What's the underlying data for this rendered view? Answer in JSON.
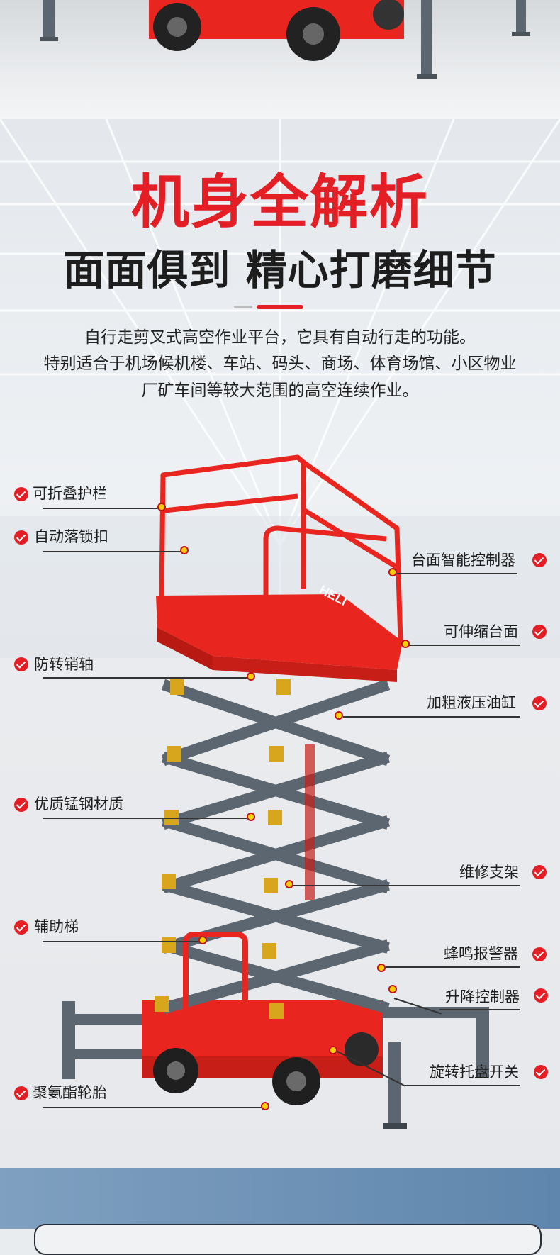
{
  "heading": {
    "title": "机身全解析",
    "subtitle": "面面俱到 精心打磨细节"
  },
  "description": [
    "自行走剪叉式高空作业平台，它具有自动行走的功能。",
    "特别适合于机场候机楼、车站、码头、商场、体育场馆、小区物业",
    "厂矿车间等较大范围的高空连续作业。"
  ],
  "brand_mark": "HELI",
  "features_left": [
    "可折叠护栏",
    "自动落锁扣",
    "防转销轴",
    "优质锰钢材质",
    "辅助梯",
    "聚氨酯轮胎"
  ],
  "features_right": [
    "台面智能控制器",
    "可伸缩台面",
    "加粗液压油缸",
    "维修支架",
    "蜂鸣报警器",
    "升降控制器",
    "旋转托盘开关"
  ],
  "colors": {
    "accent_red": "#e31e24",
    "machine_red": "#e8261f",
    "steel_gray": "#5c6670",
    "marker_yellow": "#f6d000",
    "text_dark": "#1d1d1d"
  }
}
